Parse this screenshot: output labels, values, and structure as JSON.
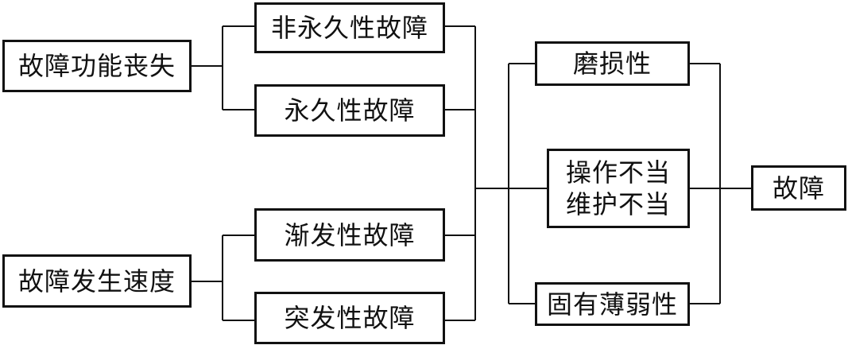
{
  "diagram": {
    "line_color": "#111111",
    "nodes": {
      "loss_of_function": {
        "label": "故障功能丧失"
      },
      "non_permanent": {
        "label": "非永久性故障"
      },
      "permanent": {
        "label": "永久性故障"
      },
      "occurrence_speed": {
        "label": "故障发生速度"
      },
      "gradual": {
        "label": "渐发性故障"
      },
      "sudden": {
        "label": "突发性故障"
      },
      "wear": {
        "label": "磨损性"
      },
      "improper": {
        "line1": "操作不当",
        "line2": "维护不当"
      },
      "inherent_weakness": {
        "label": "固有薄弱性"
      },
      "fault": {
        "label": "故障"
      }
    }
  }
}
